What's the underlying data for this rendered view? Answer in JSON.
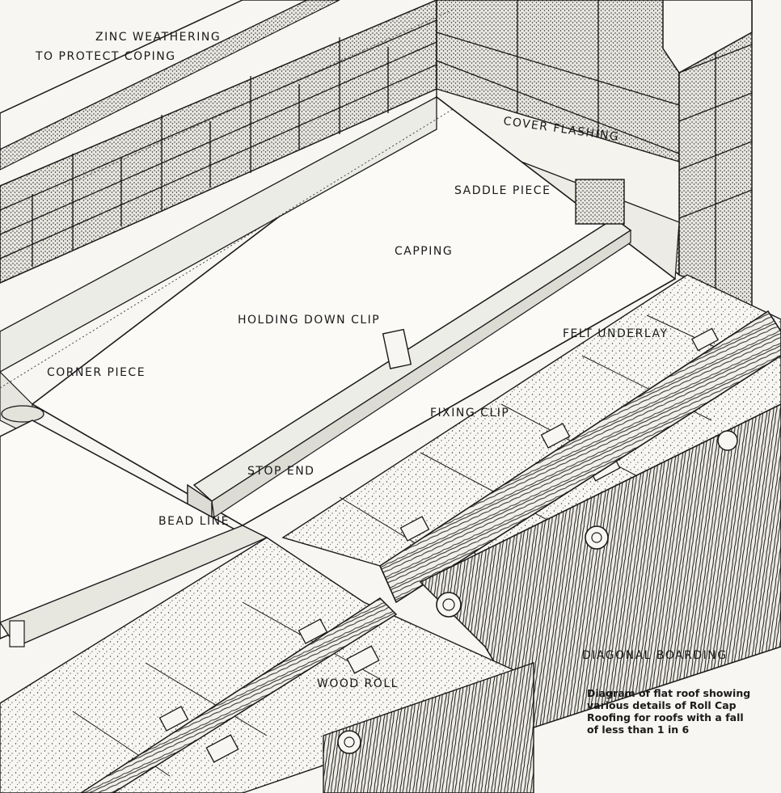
{
  "labels": {
    "zinc_weathering_1": "ZINC WEATHERING",
    "zinc_weathering_2": "TO PROTECT COPING",
    "cover_flashing": "COVER FLASHING",
    "saddle_piece": "SADDLE PIECE",
    "capping": "CAPPING",
    "holding_down_clip": "HOLDING DOWN CLIP",
    "felt_underlay": "FELT UNDERLAY",
    "corner_piece": "CORNER PIECE",
    "fixing_clip": "FIXING CLIP",
    "stop_end": "STOP END",
    "bead": "BEAD LINE",
    "diagonal_boarding": "DIAGONAL BOARDING",
    "wood_roll": "WOOD ROLL"
  },
  "caption": {
    "line1": "Diagram of flat roof showing",
    "line2": "various details of Roll Cap",
    "line3": "Roofing for roofs with a fall",
    "line4": "of less than 1 in 6"
  },
  "colors": {
    "ink": "#1a1a1a",
    "paper": "#f7f6f2"
  }
}
